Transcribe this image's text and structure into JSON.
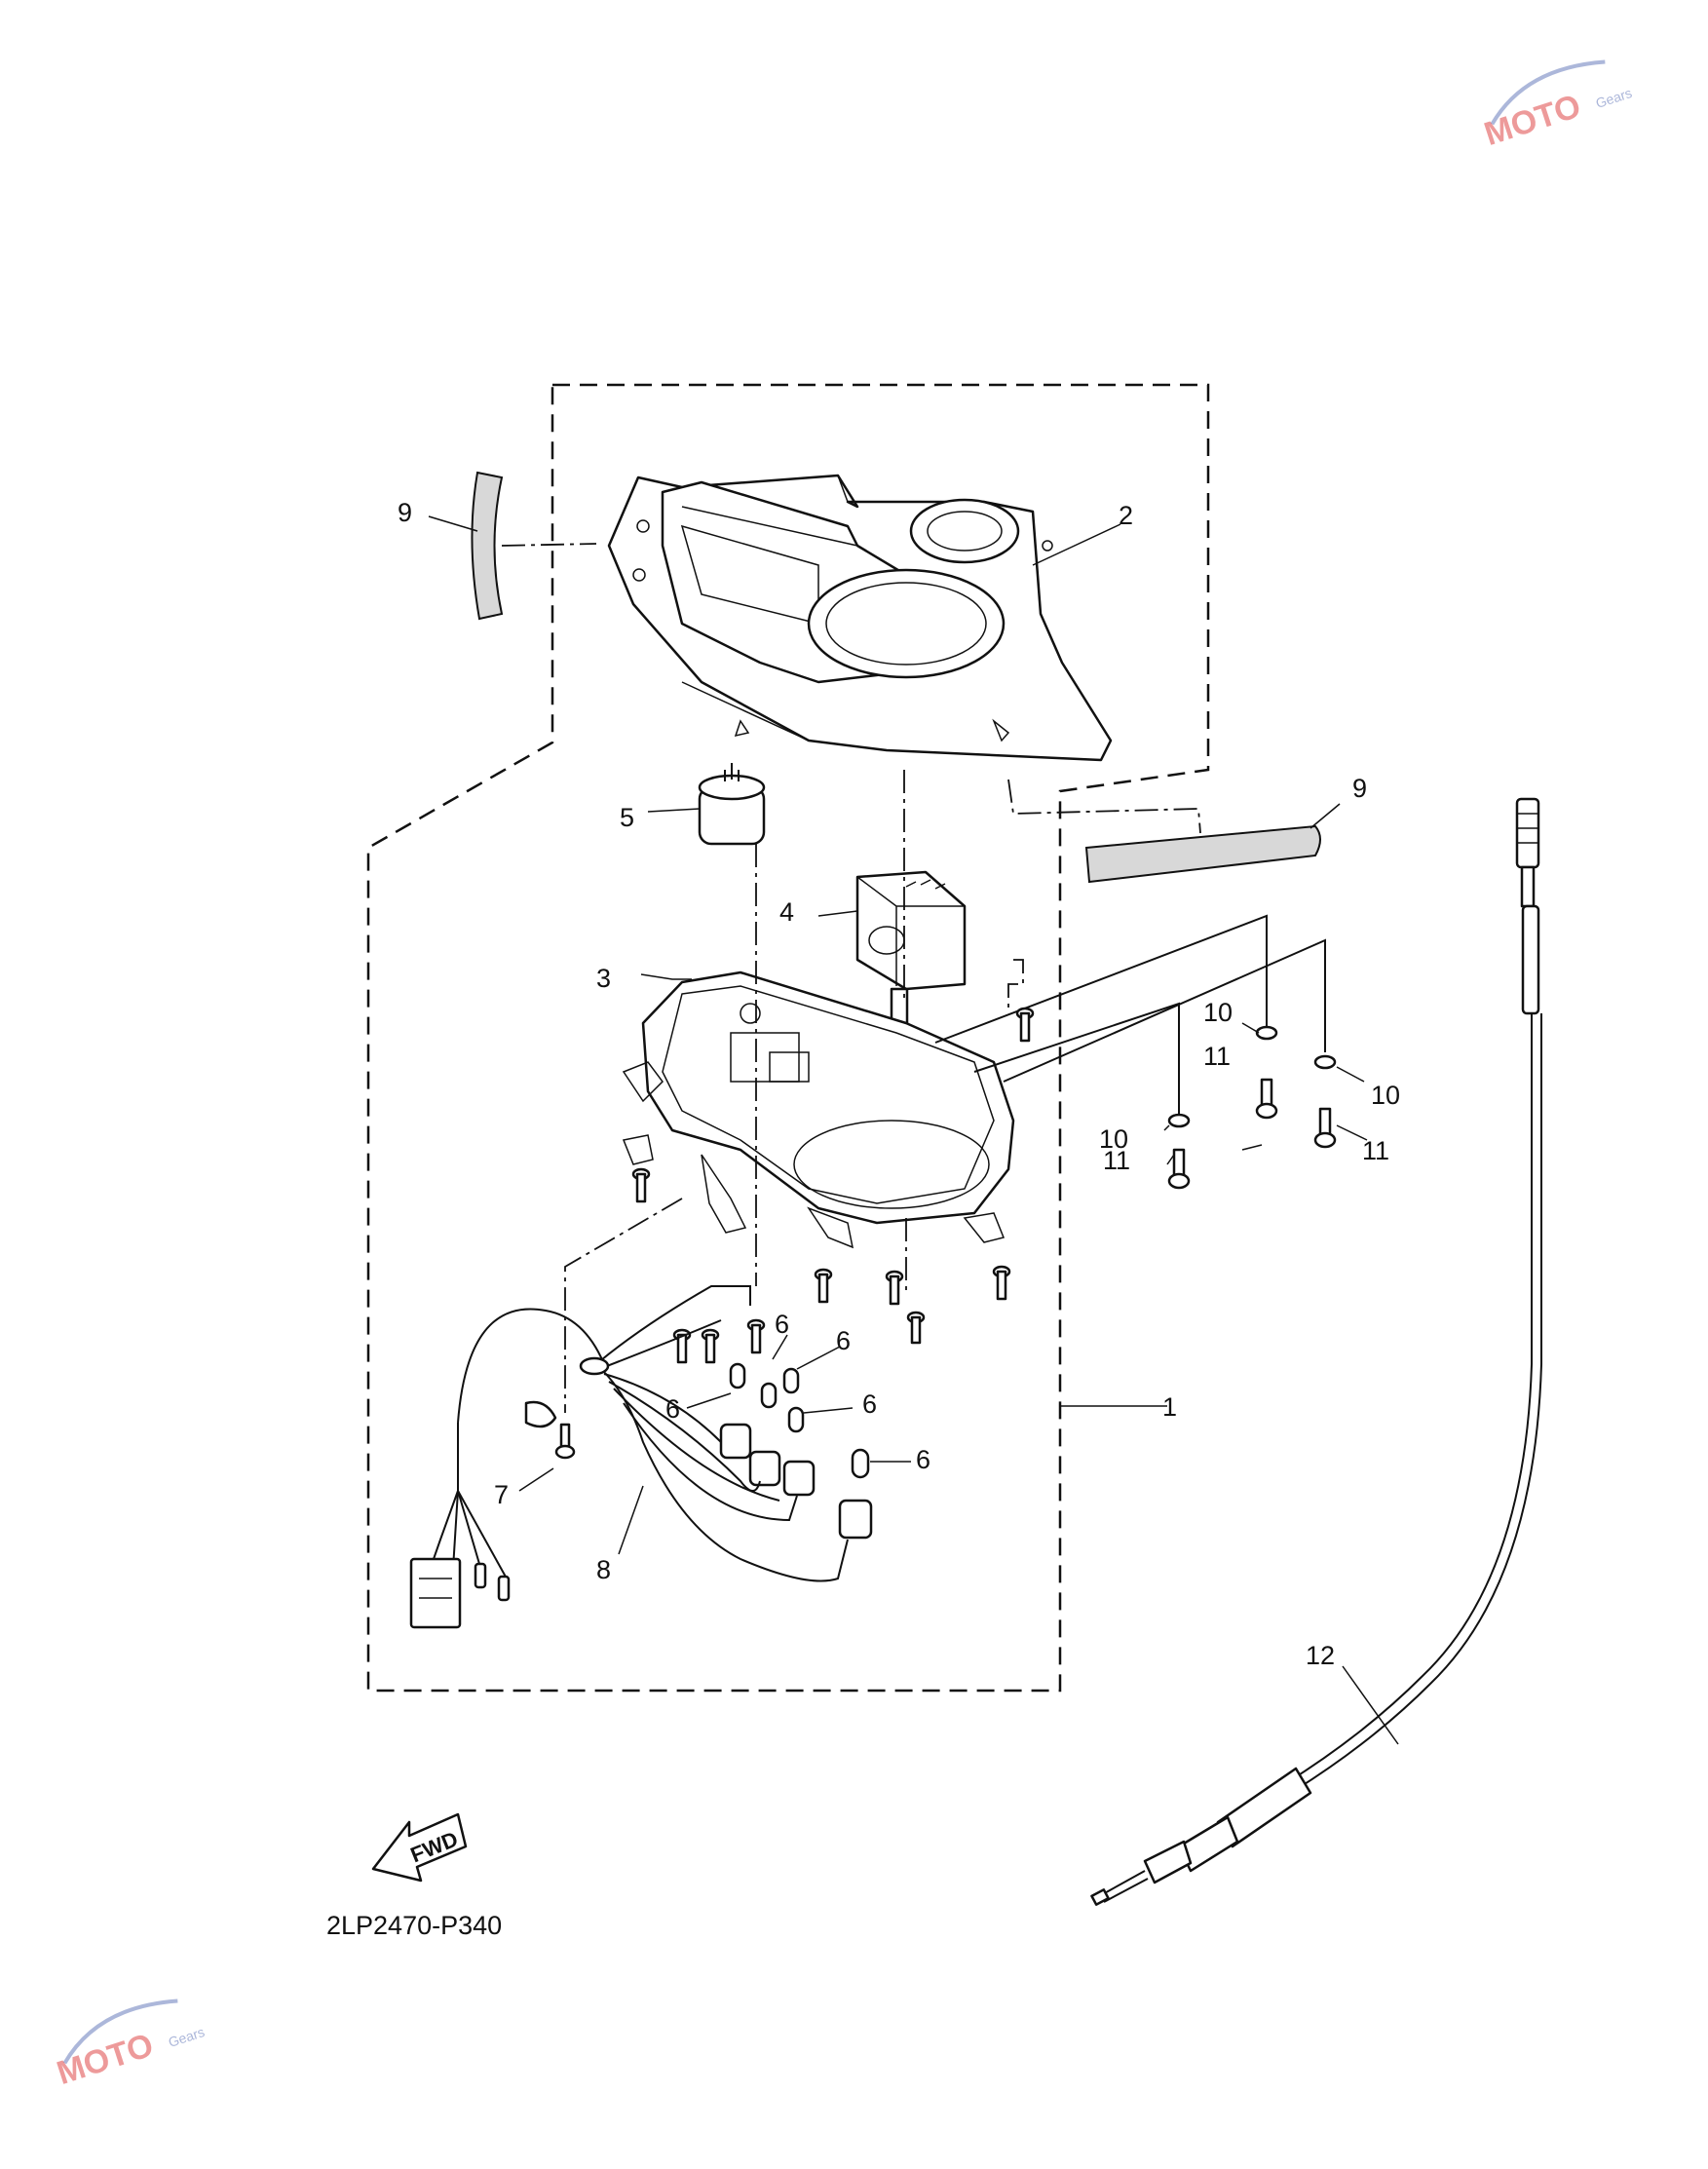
{
  "diagram": {
    "figure_code": "2LP2470-P340",
    "fwd_label": "FWD",
    "callouts": {
      "c1": "1",
      "c2": "2",
      "c3": "3",
      "c4": "4",
      "c5": "5",
      "c6a": "6",
      "c6b": "6",
      "c6c": "6",
      "c6d": "6",
      "c6e": "6",
      "c7": "7",
      "c8": "8",
      "c9a": "9",
      "c9b": "9",
      "c10a": "10",
      "c10b": "10",
      "c10c": "10",
      "c11a": "11",
      "c11b": "11",
      "c11c": "11",
      "c12": "12"
    }
  },
  "watermark": {
    "brand": "MOTO",
    "sub": "Gears",
    "color": "#e04848",
    "accent": "#5a6fb5"
  }
}
